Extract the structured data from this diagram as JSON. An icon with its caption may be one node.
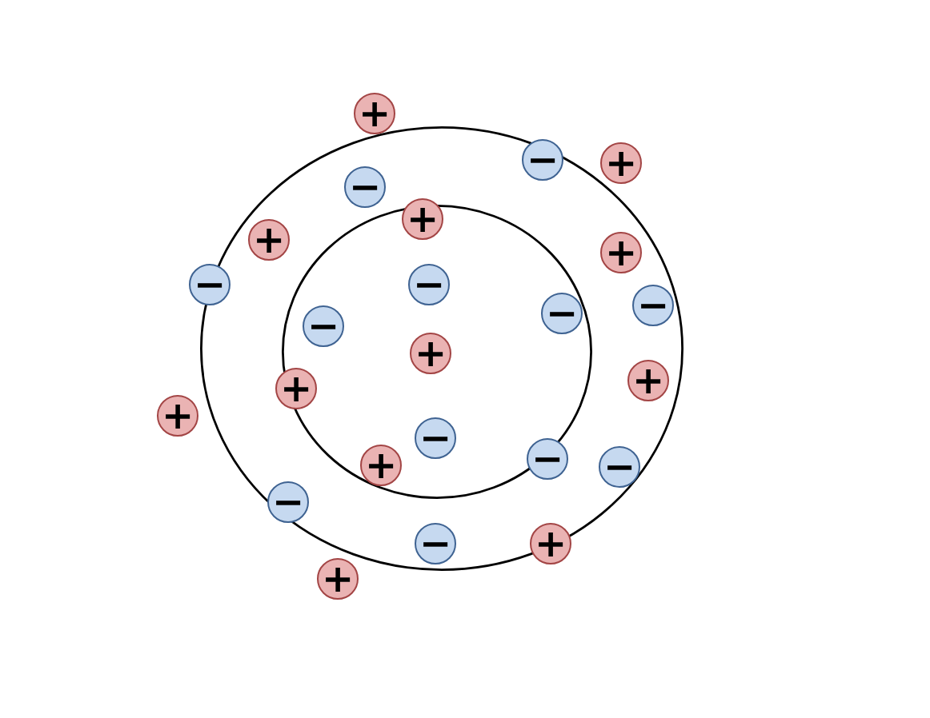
{
  "diagram": {
    "nodes": [
      {
        "text": [],
        "shape": "ellipse"
      },
      {
        "text": [],
        "shape": "ellipse",
        "in": 0
      },
      {
        "text": [
          "+"
        ]
      },
      {
        "text": [
          "−"
        ],
        "in": 0
      },
      {
        "text": [
          "+"
        ]
      },
      {
        "text": [
          "−"
        ],
        "in": 0
      },
      {
        "text": [
          "+"
        ],
        "in": 0
      },
      {
        "text": [
          "+"
        ],
        "in": 0
      },
      {
        "text": [
          "+"
        ],
        "in": 0
      },
      {
        "text": [
          "−"
        ]
      },
      {
        "text": [
          "−"
        ],
        "in": 1
      },
      {
        "text": [
          "−"
        ],
        "in": 0
      },
      {
        "text": [
          "−"
        ],
        "in": 1
      },
      {
        "text": [
          "−"
        ],
        "in": 1
      },
      {
        "text": [
          "+"
        ],
        "in": 1
      },
      {
        "text": [
          "+"
        ],
        "in": 0
      },
      {
        "text": [
          "+"
        ],
        "in": 0
      },
      {
        "text": [
          "+"
        ]
      },
      {
        "text": [
          "−"
        ],
        "in": 1
      },
      {
        "text": [
          "+"
        ],
        "in": 1
      },
      {
        "text": [
          "−"
        ],
        "in": 0
      },
      {
        "text": [
          "−"
        ],
        "in": 0
      },
      {
        "text": [
          "−"
        ],
        "in": 0
      },
      {
        "text": [
          "−"
        ],
        "in": 0
      },
      {
        "text": [
          "+"
        ],
        "in": 0
      },
      {
        "text": [
          "+"
        ]
      }
    ]
  }
}
